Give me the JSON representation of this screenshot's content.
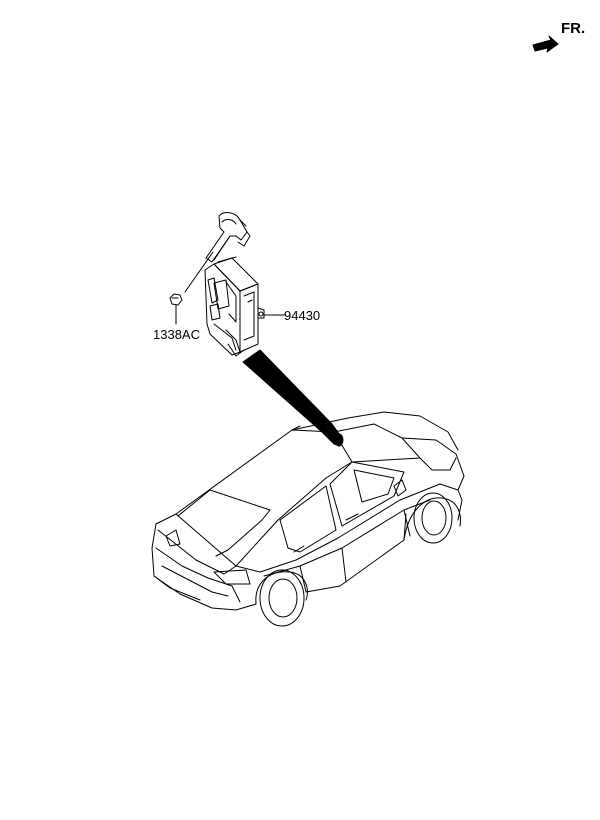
{
  "orientation": {
    "text": "FR.",
    "icon": "front-direction-arrow-icon"
  },
  "callouts": [
    {
      "part_number": "94430",
      "part": "control-module-unit"
    },
    {
      "part_number": "1338AC",
      "part": "mounting-nut"
    }
  ],
  "colors": {
    "line": "#000000",
    "background": "#ffffff"
  }
}
